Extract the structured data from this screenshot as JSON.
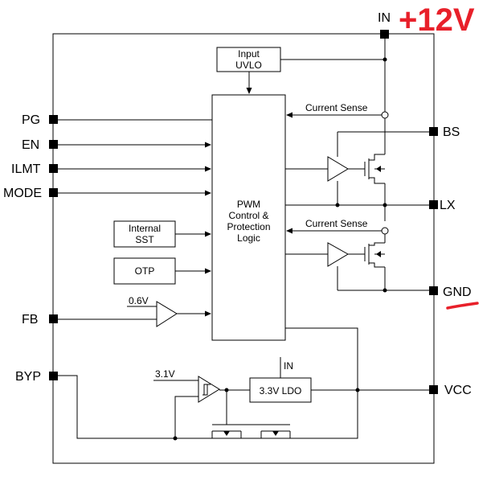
{
  "pins": {
    "in": "IN",
    "pg": "PG",
    "en": "EN",
    "ilmt": "ILMT",
    "mode": "MODE",
    "fb": "FB",
    "byp": "BYP",
    "bs": "BS",
    "lx": "LX",
    "gnd": "GND",
    "vcc": "VCC"
  },
  "blocks": {
    "uvlo_line1": "Input",
    "uvlo_line2": "UVLO",
    "pwm_line1": "PWM",
    "pwm_line2": "Control &",
    "pwm_line3": "Protection",
    "pwm_line4": "Logic",
    "sst_line1": "Internal",
    "sst_line2": "SST",
    "otp": "OTP",
    "ldo": "3.3V LDO"
  },
  "labels": {
    "current_sense_high": "Current Sense",
    "current_sense_low": "Current Sense",
    "ref_fb": "0.6V",
    "ref_byp": "3.1V",
    "ldo_in": "IN"
  },
  "annotations": {
    "supply": "+12V",
    "color": "#e8202a"
  }
}
